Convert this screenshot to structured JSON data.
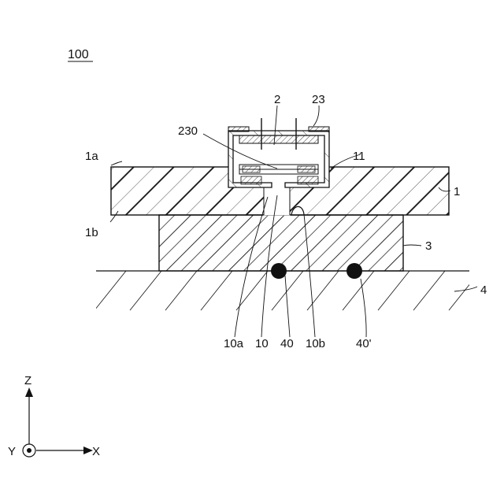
{
  "figure": {
    "number": "100"
  },
  "labels": {
    "plate": "1",
    "plate_top_surface": "1a",
    "plate_bottom_surface": "1b",
    "housing": "2",
    "housing_flange": "23",
    "opening": "230",
    "pad": "11",
    "block": "3",
    "ground": "4",
    "channel": "10",
    "channel_end_a": "10a",
    "channel_end_b": "10b",
    "ball": "40",
    "ball_prime": "40'"
  },
  "axes": {
    "z": "Z",
    "y": "Y",
    "x": "X"
  },
  "colors": {
    "line": "#111111",
    "background": "#ffffff"
  }
}
